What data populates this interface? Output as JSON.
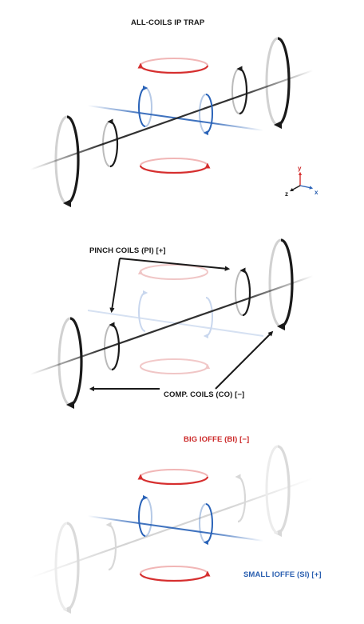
{
  "title": "ALL-COILS IP TRAP",
  "labels": {
    "pinch": "PINCH COILS (PI) [+]",
    "comp": "COMP. COILS (CO) [−]",
    "big_ioffe": "BIG IOFFE (BI) [−]",
    "small_ioffe": "SMALL IOFFE (SI) [+]"
  },
  "axes": {
    "y": "y",
    "x": "x",
    "z": "z"
  },
  "colors": {
    "red": "#d62f2f",
    "blue": "#2a63b8",
    "black": "#1a1a1a",
    "faded": "#d8d8d8"
  }
}
